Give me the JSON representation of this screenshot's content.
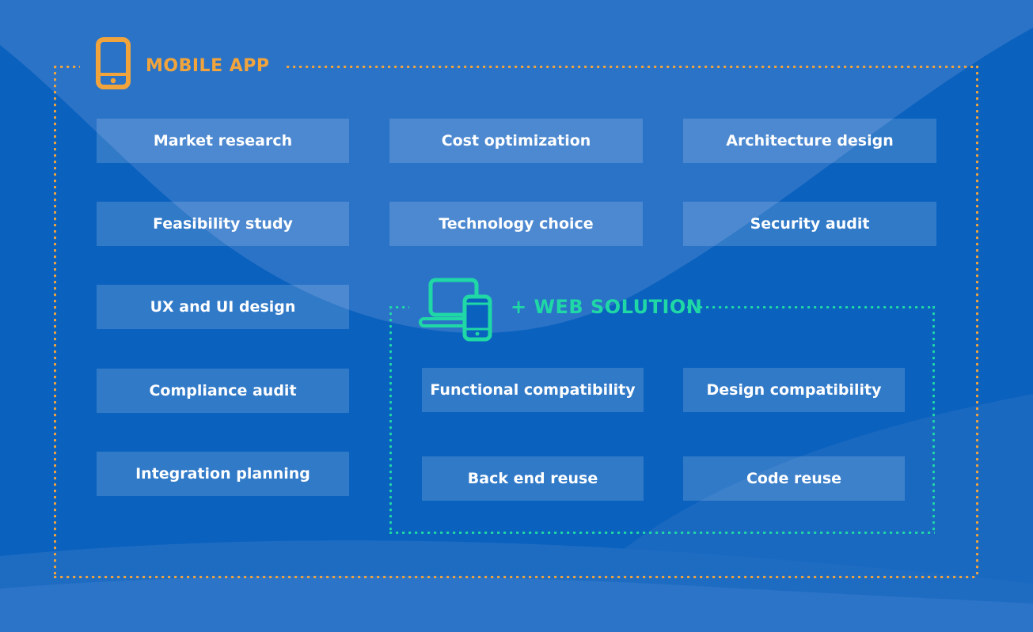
{
  "colors": {
    "background_blue": "#0A61BE",
    "wave_light_blue": "#2B73C7",
    "wave_mid_blue": "#1E6CC2",
    "box_fill": "rgba(255,255,255,0.16)",
    "accent_orange": "#F2A43C",
    "accent_teal": "#1FD8A5",
    "text_white": "#FFFFFF"
  },
  "mobile": {
    "title": "MOBILE APP",
    "icon": "smartphone-icon",
    "items": [
      {
        "label": "Market research"
      },
      {
        "label": "Feasibility study"
      },
      {
        "label": "UX and UI design"
      },
      {
        "label": "Compliance audit"
      },
      {
        "label": "Integration planning"
      },
      {
        "label": "Cost optimization"
      },
      {
        "label": "Technology choice"
      },
      {
        "label": "Architecture design"
      },
      {
        "label": "Security audit"
      }
    ]
  },
  "web": {
    "title": "+ WEB SOLUTION",
    "icon": "laptop-and-phone-icon",
    "items": [
      {
        "label": "Functional compatibility"
      },
      {
        "label": "Design compatibility"
      },
      {
        "label": "Back end reuse"
      },
      {
        "label": "Code reuse"
      }
    ]
  }
}
